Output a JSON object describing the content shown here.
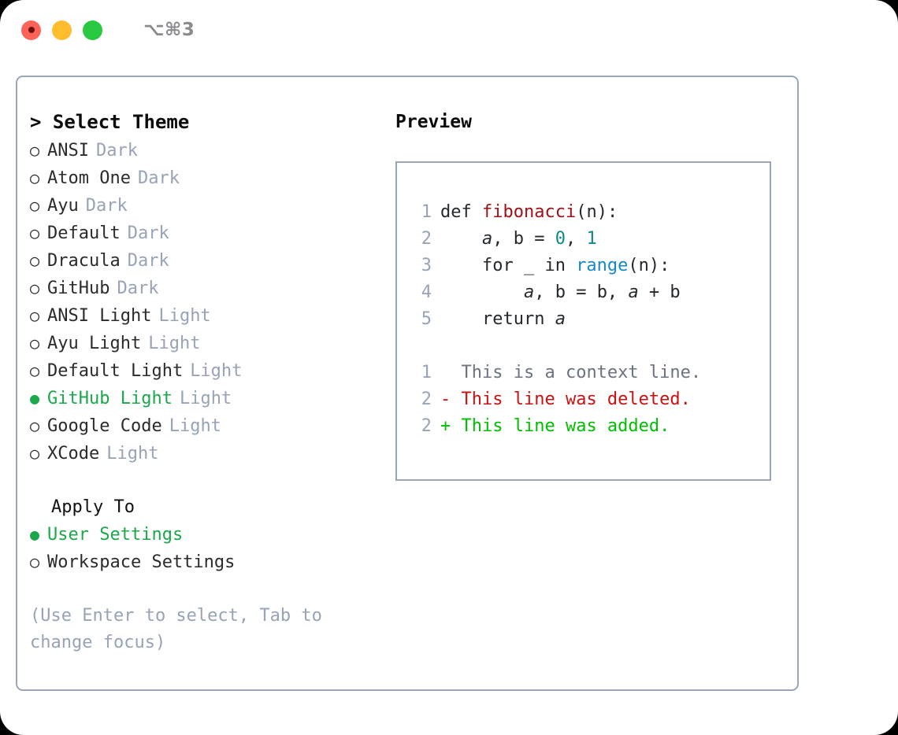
{
  "titlebar": {
    "shortcut": "⌥⌘3",
    "buttons": [
      "close",
      "minimize",
      "maximize"
    ]
  },
  "theme_picker": {
    "header": "> Select Theme",
    "themes": [
      {
        "name": "ANSI",
        "tag": "Dark",
        "selected": false,
        "bullet": "○"
      },
      {
        "name": "Atom One",
        "tag": "Dark",
        "selected": false,
        "bullet": "○"
      },
      {
        "name": "Ayu",
        "tag": "Dark",
        "selected": false,
        "bullet": "○"
      },
      {
        "name": "Default",
        "tag": "Dark",
        "selected": false,
        "bullet": "○"
      },
      {
        "name": "Dracula",
        "tag": "Dark",
        "selected": false,
        "bullet": "○"
      },
      {
        "name": "GitHub",
        "tag": "Dark",
        "selected": false,
        "bullet": "○"
      },
      {
        "name": "ANSI Light",
        "tag": "Light",
        "selected": false,
        "bullet": "○"
      },
      {
        "name": "Ayu Light",
        "tag": "Light",
        "selected": false,
        "bullet": "○"
      },
      {
        "name": "Default Light",
        "tag": "Light",
        "selected": false,
        "bullet": "○"
      },
      {
        "name": "GitHub Light",
        "tag": "Light",
        "selected": true,
        "bullet": "●"
      },
      {
        "name": "Google Code",
        "tag": "Light",
        "selected": false,
        "bullet": "○"
      },
      {
        "name": "XCode",
        "tag": "Light",
        "selected": false,
        "bullet": "○"
      }
    ]
  },
  "apply_to": {
    "title": "Apply To",
    "options": [
      {
        "label": "User Settings",
        "selected": true,
        "bullet": "●"
      },
      {
        "label": "Workspace Settings",
        "selected": false,
        "bullet": "○"
      }
    ]
  },
  "hint": "(Use Enter to select, Tab to change focus)",
  "preview": {
    "title": "Preview",
    "code_lines": [
      {
        "number": "1",
        "segments": [
          {
            "text": "def ",
            "kind": "plain"
          },
          {
            "text": "fibonacci",
            "kind": "function"
          },
          {
            "text": "(n):",
            "kind": "plain"
          }
        ]
      },
      {
        "number": "2",
        "segments": [
          {
            "text": "    ",
            "kind": "plain"
          },
          {
            "text": "a",
            "kind": "variable"
          },
          {
            "text": ", ",
            "kind": "plain"
          },
          {
            "text": "b",
            "kind": "plain"
          },
          {
            "text": " = ",
            "kind": "plain"
          },
          {
            "text": "0",
            "kind": "number"
          },
          {
            "text": ", ",
            "kind": "plain"
          },
          {
            "text": "1",
            "kind": "number"
          }
        ]
      },
      {
        "number": "3",
        "segments": [
          {
            "text": "    for _ in ",
            "kind": "plain"
          },
          {
            "text": "range",
            "kind": "builtin"
          },
          {
            "text": "(n):",
            "kind": "plain"
          }
        ]
      },
      {
        "number": "4",
        "segments": [
          {
            "text": "        ",
            "kind": "plain"
          },
          {
            "text": "a",
            "kind": "variable"
          },
          {
            "text": ", b = b, ",
            "kind": "plain"
          },
          {
            "text": "a",
            "kind": "variable"
          },
          {
            "text": " + b",
            "kind": "plain"
          }
        ]
      },
      {
        "number": "5",
        "segments": [
          {
            "text": "    return ",
            "kind": "plain"
          },
          {
            "text": "a",
            "kind": "variable"
          }
        ]
      }
    ],
    "diff_lines": [
      {
        "number": "1",
        "marker": "  ",
        "text": "This is a context line.",
        "kind": "context"
      },
      {
        "number": "2",
        "marker": "- ",
        "text": "This line was deleted.",
        "kind": "deleted"
      },
      {
        "number": "2",
        "marker": "+ ",
        "text": "This line was added.",
        "kind": "added"
      }
    ]
  },
  "colors": {
    "accent_green": "#1aa84a",
    "diff_add": "#00bf00",
    "diff_del": "#cc1111",
    "muted": "#97a3b6",
    "border": "#9aa6b8",
    "function": "#a11216",
    "number": "#0d8a86",
    "builtin": "#1489c6"
  }
}
